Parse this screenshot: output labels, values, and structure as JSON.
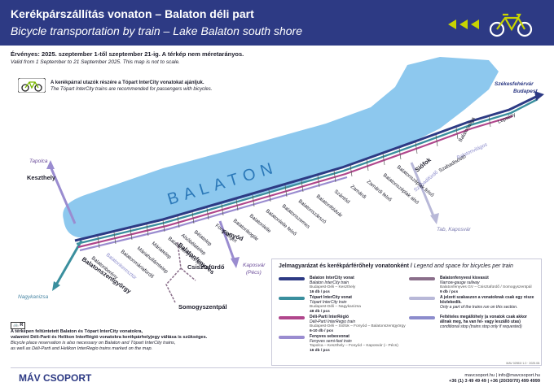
{
  "header": {
    "title_hu": "Kerékpárszállítás vonaton – Balaton déli part",
    "title_en": "Bicycle transportation by train – Lake Balaton south shore",
    "bg_color": "#2d3a84"
  },
  "validity": {
    "hu": "Érvényes: 2025. szeptember 1-től szeptember 21-ig. A térkép nem méretarányos.",
    "en": "Valid from 1 September to 21 September 2025. This map is not to scale."
  },
  "recommendation": {
    "hu": "A kerékpárral utazók részére a Tópart InterCity vonatokat ajánljuk.",
    "en": "The Tópart InterCity trains are recommended for passengers with bicycles.",
    "icon": "bicycle-icon"
  },
  "map": {
    "lake_label": "BALATON",
    "destinations": {
      "szekesfehervar": "Székesfehérvár",
      "budapest": "Budapest",
      "tapolca": "Tapolca",
      "nagykanizsa": "Nagykanizsa",
      "tab": "Tab, Kaposvár",
      "kaposvar": "Kaposvár",
      "kaposvar_pecs": "(Pécs)"
    },
    "stations": {
      "lepseny": "Lepsény",
      "balatonaliga": "Balatonaliga",
      "balatonvilagos": "Balatonvilágos",
      "szabadisosto": "Szabadisóstó",
      "siofok": "Siófok",
      "szabadifurdo": "Szabadifürdő",
      "balatonszeplak_felso": "Balatonszéplak felső",
      "balatonszeplak_also": "Balatonszéplak alsó",
      "zamardi_felso": "Zamárdi felső",
      "zamardi": "Zamárdi",
      "szantod": "Szántód",
      "balatonfoldvar": "Balatonföldvár",
      "balatonszarszo": "Balatonszárszó",
      "balatonszemes": "Balatonszemes",
      "balatonlelle_felso": "Balatonlelle felső",
      "balatonlelle": "Balatonlelle",
      "balatonboglar": "Balatonboglár",
      "fonyodliget": "Fonyódliget",
      "fonyod": "Fonyód",
      "bela_telep": "Bélatelep",
      "alsobelatelep": "Alsóbélatelep",
      "balatonfenyves_also": "Balatonfenyves alsó",
      "balatonfenyves": "Balatonfenyves",
      "maria_telep": "Máriatelep",
      "mariahullamtelep": "Máriahullámtelep",
      "balatonmariafurdo": "Balatonmáriafürdő",
      "balatonkeresztur": "Balatonkeresztúr",
      "balatonberény": "Balatonberény",
      "balatonszentgyorgy": "Balatonszentgyörgy",
      "keszthely": "Keszthely",
      "csisztafurdo": "Csisztafürdő",
      "somogyszentpal": "Somogyszentpál"
    }
  },
  "legend": {
    "title_hu": "Jelmagyarázat és kerékpárférőhely vonatonként",
    "title_en": "Legend and space for bicycles per train",
    "items": [
      {
        "name": "Balaton InterCity vonat",
        "name_en": "Balaton InterCity train",
        "route": "Budapest-Déli – Keszthely",
        "capacity": "16 db / pcs",
        "color": "#2d3a84"
      },
      {
        "name": "Balatonfenyvesi kisvasút",
        "name_en": "Narrow-gauge railway",
        "route": "Balatonfenyves GV – Csisztafürdő / Somogyszentpál",
        "capacity": "9 db / pcs",
        "color": "#8a6e8a"
      },
      {
        "name": "Tópart InterCity vonat",
        "name_en": "Tópart InterCity train",
        "route": "Budapest-Déli – Nagykanizsa",
        "capacity": "48 db / pcs",
        "color": "#3a8f9e"
      },
      {
        "name": "A jelzett szakaszon a vonatoknak csak egy része közlekedik.",
        "name_en": "Only a part of the trains run on this section.",
        "route": "",
        "capacity": "",
        "color": "#b8b8d8"
      },
      {
        "name": "Déli-Parti InterRégió",
        "name_en": "Déli-Parti InterRegio train",
        "route": "Budapest-Déli – Siófok – Fonyód – Balatonszentgyörgy",
        "capacity": "6-10 db / pcs",
        "color": "#b0468c"
      },
      {
        "name": "Feltételes megállóhely (a vonatok csak akkor állnak meg, ha van fel- vagy leszálló utas)",
        "name_en": "conditional stop (trains stop only if requested)",
        "route": "",
        "capacity": "",
        "color": "#8c8ccc"
      },
      {
        "name": "Fenyves sebesvonat",
        "name_en": "Fenyves semi-fast train",
        "route": "Tapolca – Keszthely – Fonyód – Kaposvár (– Pécs)",
        "capacity": "16 db / pcs",
        "color": "#9a8cd0"
      }
    ]
  },
  "notes": {
    "badge": "R",
    "line1_hu": "A térképen feltüntetett Balaton és Tópart InterCity vonatokra,",
    "line2_hu": "valamint Déli-Parti és Helikon InterRégió vonatokra kerékpárhelyjegy váltása is szükséges.",
    "line1_en": "Bicycle place reservation is also necessary on Balaton and Tópart InterCity trains,",
    "line2_en": "as well as Déli-Parti and Helikon InterRegio trains marked on the map."
  },
  "footer": {
    "logo": "MÁV  CSOPORT",
    "web": "mavcsoport.hu | info@mavcsoport.hu",
    "phone": "+36 (1) 3 49 49 49 | +36 (20/30/70) 499 4999",
    "ref": "MAV 02553/ 1.0 · 2025.08."
  }
}
